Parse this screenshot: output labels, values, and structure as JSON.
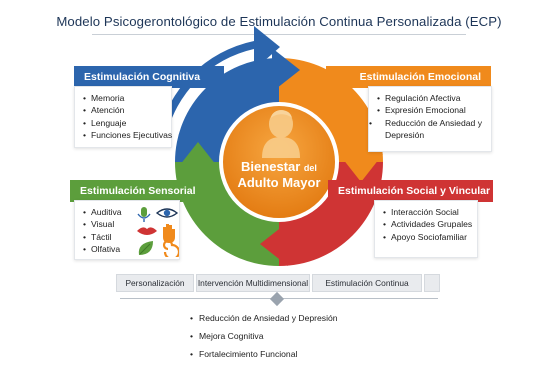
{
  "title": "Modelo Psicogerontológico de Estimulación Continua Personalizada (ECP)",
  "colors": {
    "cognitive": "#2c65ad",
    "emotional": "#f08a1c",
    "sensory": "#5c9e3c",
    "social": "#cf3434",
    "center": "#f08a1c"
  },
  "center": {
    "line1": "Bienestar",
    "line1_small": "del",
    "line2": "Adulto Mayor",
    "icon": "elderly-person-silhouette-icon"
  },
  "quadrants": {
    "cognitive": {
      "title": "Estimulación Cognitiva",
      "items": [
        "Memoria",
        "Atención",
        "Lenguaje",
        "Funciones Ejecutivas"
      ]
    },
    "emotional": {
      "title": "Estimulación Emocional",
      "items": [
        "Regulación Afectiva",
        "Expresión Emocional",
        "Reducción de Ansiedad y Depresión"
      ]
    },
    "sensory": {
      "title": "Estimulación Sensorial",
      "items": [
        "Auditiva",
        "Visual",
        "Táctil",
        "Olfativa"
      ],
      "icons": [
        "microphone-icon",
        "eye-icon",
        "lips-icon",
        "hand-icon",
        "leaf-icon",
        "spiral-icon"
      ]
    },
    "social": {
      "title": "Estimulación Social y Vincular",
      "items": [
        "Interacción Social",
        "Actividades Grupales",
        "Apoyo Sociofamiliar"
      ]
    }
  },
  "pillars": [
    "Personalización",
    "Intervención Multidimensional",
    "Estimulación Continua",
    ""
  ],
  "outcomes": [
    "Reducción de Ansiedad y Depresión",
    "Mejora Cognitiva",
    "Fortalecimiento Funcional"
  ]
}
